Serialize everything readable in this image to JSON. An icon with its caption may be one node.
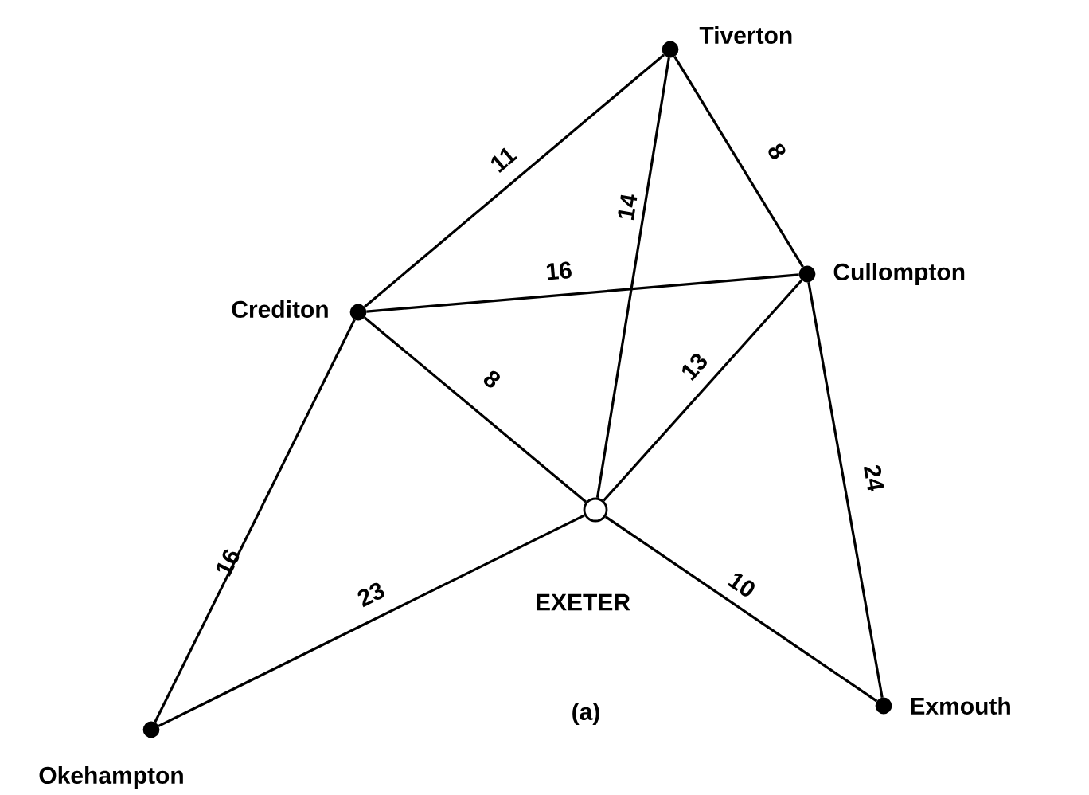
{
  "diagram": {
    "nodes": [
      {
        "text": [
          "Tiverton"
        ]
      },
      {
        "text": [
          "Crediton"
        ]
      },
      {
        "text": [
          "Cullompton"
        ]
      },
      {
        "text": [
          "EXETER"
        ]
      },
      {
        "text": [
          "Okehampton"
        ]
      },
      {
        "text": [
          "Exmouth"
        ]
      }
    ],
    "edges": [
      {
        "from": 0,
        "to": 1,
        "arrow": "none",
        "label": "11"
      },
      {
        "from": 0,
        "to": 3,
        "arrow": "none",
        "label": "14"
      },
      {
        "from": 0,
        "to": 2,
        "arrow": "none",
        "label": "8"
      },
      {
        "from": 1,
        "to": 2,
        "arrow": "none",
        "label": "16"
      },
      {
        "from": 1,
        "to": 3,
        "arrow": "none",
        "label": "8"
      },
      {
        "from": 2,
        "to": 3,
        "arrow": "none",
        "label": "13"
      },
      {
        "from": 2,
        "to": 5,
        "arrow": "none",
        "label": "24"
      },
      {
        "from": 1,
        "to": 4,
        "arrow": "none",
        "label": "16"
      },
      {
        "from": 4,
        "to": 3,
        "arrow": "none",
        "label": "23"
      },
      {
        "from": 3,
        "to": 5,
        "arrow": "none",
        "label": "10"
      }
    ],
    "labels": [
      "(a)"
    ]
  }
}
